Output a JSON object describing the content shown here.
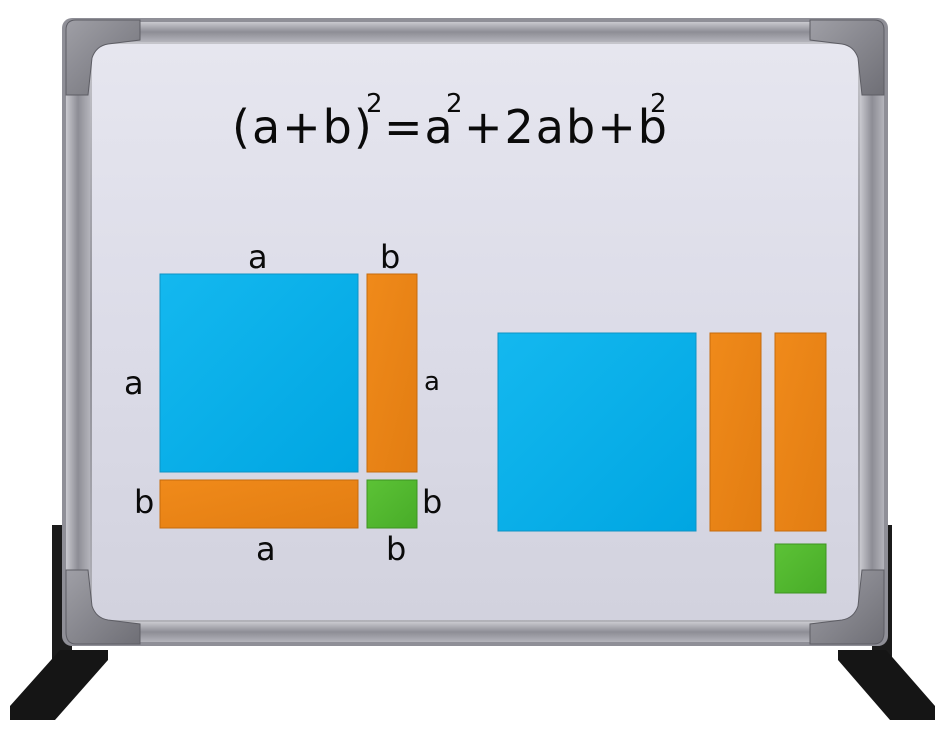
{
  "formula": {
    "lhs_open": "(a+b)",
    "lhs_exp": "2",
    "eq_a": "=a",
    "eq_a_exp": "2",
    "plus_2ab": "+2ab+b",
    "b_exp": "2"
  },
  "left_figure": {
    "top_a": "a",
    "top_b": "b",
    "left_a": "a",
    "mid_a": "a",
    "left_b": "b",
    "right_b": "b",
    "bottom_a": "a",
    "bottom_b": "b"
  },
  "colors": {
    "a_squared": "#00aee9",
    "ab_rect": "#ea8417",
    "b_squared": "#52b82f",
    "board": "#dedfea",
    "frame": "#9a9aa2",
    "stand": "#1a1a1a"
  }
}
